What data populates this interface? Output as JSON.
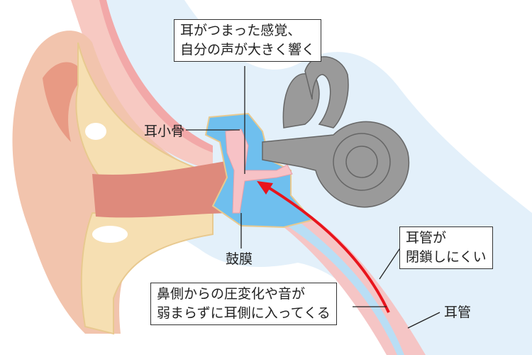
{
  "labels": {
    "sensation": [
      "耳がつまった感覚、",
      "自分の声が大きく響く"
    ],
    "ossicles": "耳小骨",
    "eardrum": "鼓膜",
    "tube_not_closing": [
      "耳管が",
      "閉鎖しにくい"
    ],
    "pressure": [
      "鼻側からの圧変化や音が",
      "弱まらずに耳側に入ってくる"
    ],
    "eustachian_tube": "耳管"
  },
  "colors": {
    "tissue": "#e3f0fa",
    "auricle": "#f2c4ad",
    "cartilage": "#f6dfb2",
    "canal": "#de8a7c",
    "middle_ear": "#6fbfee",
    "cochlea": "#9a9a9a",
    "tube": "#f5c5c5",
    "arrow": "#e8141c"
  }
}
